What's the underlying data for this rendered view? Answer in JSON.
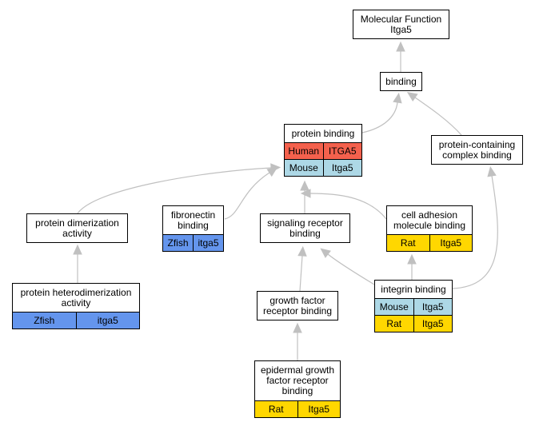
{
  "colors": {
    "edge": "#c0c0c0",
    "Human": "#f4614d",
    "Mouse": "#add8e6",
    "Rat": "#ffd700",
    "Zfish": "#6495ed"
  },
  "nodes": [
    {
      "id": "molecular-function",
      "label": "Molecular Function\nItga5",
      "rows": []
    },
    {
      "id": "binding",
      "label": "binding",
      "rows": []
    },
    {
      "id": "protein-binding",
      "label": "protein binding",
      "rows": [
        {
          "species": "Human",
          "gene": "ITGA5"
        },
        {
          "species": "Mouse",
          "gene": "Itga5"
        }
      ]
    },
    {
      "id": "protein-containing-complex-binding",
      "label": "protein-containing\ncomplex binding",
      "rows": []
    },
    {
      "id": "protein-dimerization-activity",
      "label": "protein dimerization\nactivity",
      "rows": []
    },
    {
      "id": "fibronectin-binding",
      "label": "fibronectin\nbinding",
      "rows": [
        {
          "species": "Zfish",
          "gene": "itga5"
        }
      ]
    },
    {
      "id": "signaling-receptor-binding",
      "label": "signaling receptor\nbinding",
      "rows": []
    },
    {
      "id": "cell-adhesion-molecule-binding",
      "label": "cell adhesion\nmolecule binding",
      "rows": [
        {
          "species": "Rat",
          "gene": "Itga5"
        }
      ]
    },
    {
      "id": "protein-heterodimerization-activity",
      "label": "protein heterodimerization\nactivity",
      "rows": [
        {
          "species": "Zfish",
          "gene": "itga5"
        }
      ]
    },
    {
      "id": "growth-factor-receptor-binding",
      "label": "growth factor\nreceptor binding",
      "rows": []
    },
    {
      "id": "integrin-binding",
      "label": "integrin binding",
      "rows": [
        {
          "species": "Mouse",
          "gene": "Itga5"
        },
        {
          "species": "Rat",
          "gene": "Itga5"
        }
      ]
    },
    {
      "id": "epidermal-growth-factor-receptor-binding",
      "label": "epidermal growth\nfactor receptor\nbinding",
      "rows": [
        {
          "species": "Rat",
          "gene": "Itga5"
        }
      ]
    }
  ],
  "edges": [
    {
      "from": "binding",
      "to": "molecular-function"
    },
    {
      "from": "protein-binding",
      "to": "binding"
    },
    {
      "from": "protein-containing-complex-binding",
      "to": "binding"
    },
    {
      "from": "protein-dimerization-activity",
      "to": "protein-binding"
    },
    {
      "from": "fibronectin-binding",
      "to": "protein-binding"
    },
    {
      "from": "signaling-receptor-binding",
      "to": "protein-binding"
    },
    {
      "from": "cell-adhesion-molecule-binding",
      "to": "protein-binding"
    },
    {
      "from": "protein-heterodimerization-activity",
      "to": "protein-dimerization-activity"
    },
    {
      "from": "growth-factor-receptor-binding",
      "to": "signaling-receptor-binding"
    },
    {
      "from": "integrin-binding",
      "to": "signaling-receptor-binding"
    },
    {
      "from": "integrin-binding",
      "to": "cell-adhesion-molecule-binding"
    },
    {
      "from": "integrin-binding",
      "to": "protein-containing-complex-binding"
    },
    {
      "from": "epidermal-growth-factor-receptor-binding",
      "to": "growth-factor-receptor-binding"
    }
  ]
}
